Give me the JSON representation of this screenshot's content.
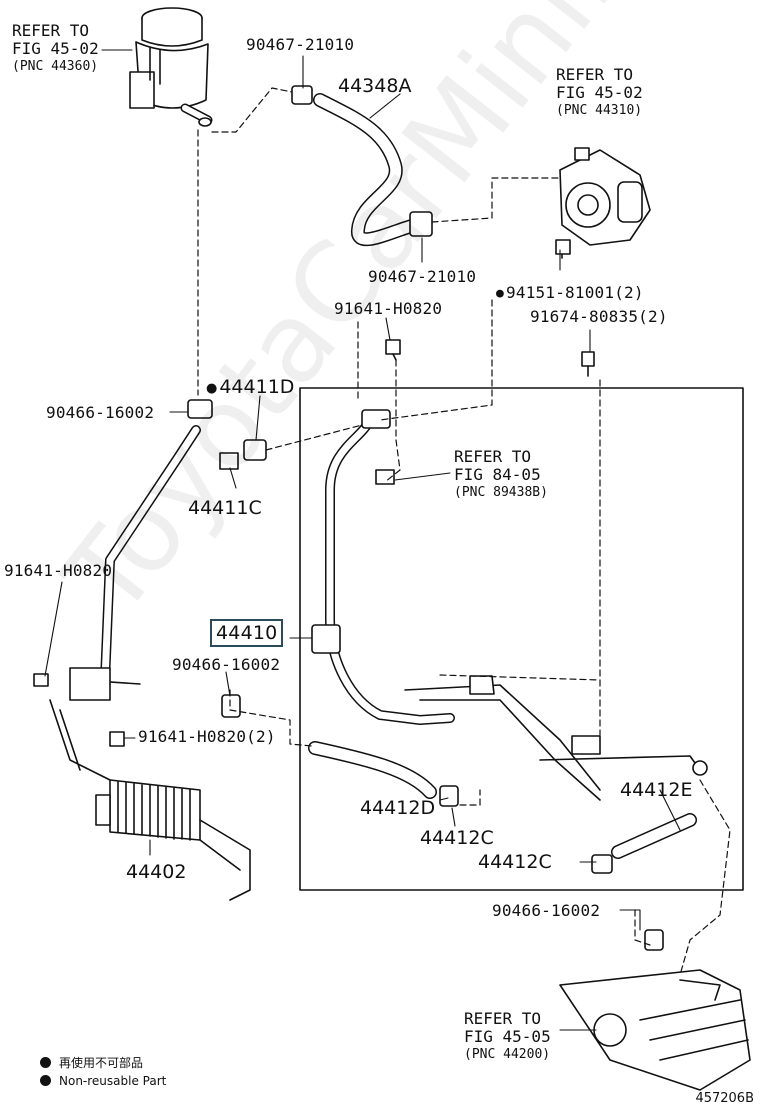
{
  "watermark": "ToyotaCarMini.ru",
  "refs": {
    "reservoir": {
      "line1": "REFER TO",
      "line2": "FIG 45-02",
      "pnc": "(PNC 44360)"
    },
    "pump": {
      "line1": "REFER TO",
      "line2": "FIG 45-02",
      "pnc": "(PNC 44310)"
    },
    "sensor": {
      "line1": "REFER TO",
      "line2": "FIG 84-05",
      "pnc": "(PNC 89438B)"
    },
    "gear": {
      "line1": "REFER TO",
      "line2": "FIG 45-05",
      "pnc": "(PNC 44200)"
    }
  },
  "labels": {
    "clamp_top": "90467-21010",
    "hose_44348a": "44348A",
    "clamp_mid": "90467-21010",
    "nut_94151": "94151-81001(2)",
    "bolt_91674": "91674-80835(2)",
    "bolt_91641_top": "91641-H0820",
    "part_44411d": "44411D",
    "clamp_90466_left": "90466-16002",
    "part_44411c": "44411C",
    "bolt_91641_left": "91641-H0820",
    "part_44410": "44410",
    "clamp_90466_mid": "90466-16002",
    "bolt_91641_2": "91641-H0820(2)",
    "part_44412d": "44412D",
    "part_44412c_1": "44412C",
    "part_44412c_2": "44412C",
    "part_44412e": "44412E",
    "part_44402": "44402",
    "clamp_90466_bottom": "90466-16002"
  },
  "legend": {
    "line_cn": "再使用不可部品",
    "line_en": "Non-reusable Part"
  },
  "diagram_id": "457206B"
}
